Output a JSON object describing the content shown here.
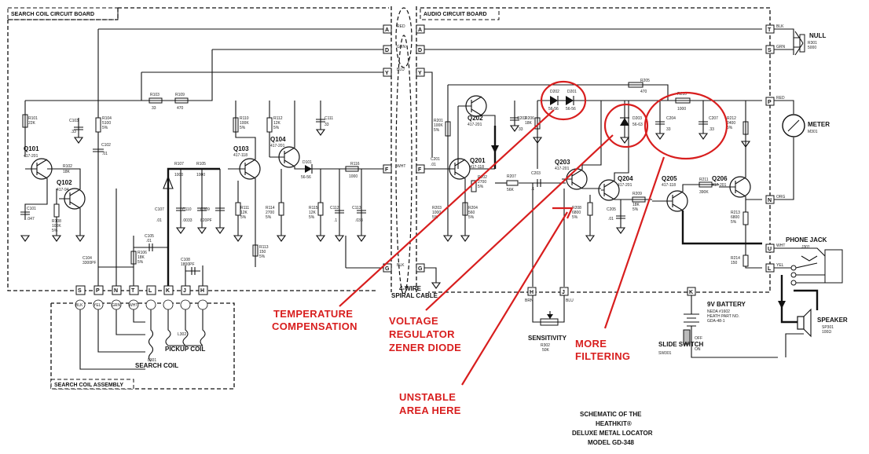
{
  "boards": {
    "search_coil_board": "SEARCH COIL CIRCUIT BOARD",
    "audio_board": "AUDIO CIRCUIT BOARD",
    "search_coil_assembly": "SEARCH COIL ASSEMBLY"
  },
  "cable": {
    "label": "4-WIRE\nSPIRAL CABLE",
    "line1": "4-WIRE",
    "line2": "SPIRAL CABLE"
  },
  "wires": {
    "red": "RED",
    "grn": "GRN",
    "blu": "BLU",
    "wht": "WHT",
    "blk": "BLK",
    "brn": "BRN",
    "yel": "YEL",
    "org": "ORG"
  },
  "terminals": {
    "left_board": [
      "A",
      "D",
      "Y",
      "F",
      "G"
    ],
    "right_board": [
      "A",
      "D",
      "Y",
      "F",
      "G"
    ],
    "audio_right": [
      "T",
      "S",
      "P",
      "N",
      "U",
      "L"
    ],
    "audio_bottom": [
      "H",
      "J",
      "K"
    ],
    "assembly_top": [
      "S",
      "P",
      "N",
      "T",
      "L",
      "K",
      "J",
      "H"
    ],
    "assembly_colors": [
      "BLK",
      "YEL",
      "GRN",
      "WHT",
      "",
      "",
      "",
      ""
    ]
  },
  "transistors": {
    "q101": {
      "ref": "Q101",
      "part": "417-201"
    },
    "q102": {
      "ref": "Q102",
      "part": "417-94"
    },
    "q103": {
      "ref": "Q103",
      "part": "417-118"
    },
    "q104": {
      "ref": "Q104",
      "part": "417-201"
    },
    "q201": {
      "ref": "Q201",
      "part": "417-118"
    },
    "q202": {
      "ref": "Q202",
      "part": "417-201"
    },
    "q203": {
      "ref": "Q203",
      "part": "417-201"
    },
    "q204": {
      "ref": "Q204",
      "part": "417-201"
    },
    "q205": {
      "ref": "Q205",
      "part": "417-118"
    },
    "q206": {
      "ref": "Q206",
      "part": "417-201"
    }
  },
  "components": {
    "r103": "R103",
    "r103v": "33",
    "r109": "R109",
    "r109v": "470",
    "r101": "R101",
    "r101v": "22K",
    "r104": "R104",
    "r104v": "5100",
    "r104t": "5%",
    "c103": "C103",
    "c103v": ".33",
    "c102": "C102",
    "c102v": ".01",
    "c101": "C101",
    "c101v": ".047",
    "r102": "R102",
    "r102v": "18K",
    "r108": "R108",
    "r108v": "100K",
    "r108t": "5%",
    "r106": "R106",
    "r106v": "18K",
    "r106t": "5%",
    "c104": "C104",
    "c104v": "3300PF",
    "c105": "C105",
    "c105v": ".01",
    "r107": "R107",
    "r107v": "1000",
    "r105": "R105",
    "r105v": "1000",
    "c107": "C107",
    "c107v": ".01",
    "c110": "C110",
    "c110v": ".0033",
    "c109": "C109",
    "c109v": "820PF",
    "c108": "C108",
    "c108v": "1800PF",
    "r110": "R110",
    "r110v": "100K",
    "r110t": "5%",
    "r112": "R112",
    "r112v": "12K",
    "r112t": "5%",
    "r111": "R111",
    "r111v": "12K",
    "r111t": "5%",
    "r114": "R114",
    "r114v": "2700",
    "r114t": "5%",
    "r113": "R113",
    "r113v": "150",
    "r113t": "5%",
    "c111": "C111",
    "c111v": "33",
    "d101": "D101",
    "d101v": "56-56",
    "r116": "R116",
    "r116v": "1000",
    "r115": "R115",
    "r115v": "12K",
    "r115t": "5%",
    "c112": "C112",
    "c112v": ".1",
    "c113": "C113",
    "c113v": ".033",
    "r205": "R205",
    "r205v": "470",
    "r201": "R201",
    "r201v": "100K",
    "r201t": "5%",
    "c201": "C201",
    "c201v": ".01",
    "r202": "R202",
    "r202v": "2700",
    "r202t": "5%",
    "r203": "R203",
    "r203v": "1000",
    "r203t": "5%",
    "r204": "R204",
    "r204v": "560",
    "r204t": "5%",
    "c202": "C202",
    "c202v": "33",
    "d202": "D202",
    "d202v": "56-56",
    "d201": "D201",
    "d201v": "56-56",
    "r206": "R206",
    "r206v": "18K",
    "c203": "C203",
    "c203v": ".1",
    "r207": "R207",
    "r207v": "56K",
    "d203": "D203",
    "d203v": "56-63",
    "r210": "R210",
    "r210v": "1000",
    "c204": "C204",
    "c204v": "33",
    "c207": "C207",
    "c207v": ".33",
    "r208": "R208",
    "r208v": "6800",
    "r208t": "5%",
    "c205": "C205",
    "c205v": ".01",
    "r209": "R209",
    "r209v": "18K",
    "r209t": "5%",
    "r211": "R211",
    "r211v": "390K",
    "r212": "R212",
    "r212v": "2400",
    "r212t": "5%",
    "r213": "R213",
    "r213v": "6800",
    "r213t": "5%",
    "r214": "R214",
    "r214v": "150",
    "r301": "R301",
    "r301v": "5000",
    "null_label": "NULL",
    "meter_label": "METER",
    "meter_ref": "M301",
    "sensitivity": "SENSITIVITY",
    "r302": "R302",
    "r302v": "50K",
    "pickup_coil": "PICKUP COIL",
    "l302": "L302",
    "search_coil": "SEARCH COIL",
    "l301": "L301",
    "phone_jack": "PHONE JACK",
    "j301": "J301",
    "battery": "9V BATTERY",
    "battery_neda": "NEDA #1602",
    "battery_heath": "HEATH PART NO.",
    "battery_part": "GDA-48-1",
    "slide_switch": "SLIDE SWITCH",
    "sw301": "SW301",
    "off": "OFF",
    "on": "ON",
    "speaker": "SPEAKER",
    "speaker_ref": "SP301",
    "speaker_ohm": "100Ω"
  },
  "annotations": {
    "temp_line1": "TEMPERATURE",
    "temp_line2": "COMPENSATION",
    "zener_line1": "VOLTAGE",
    "zener_line2": "REGULATOR",
    "zener_line3": "ZENER DIODE",
    "filter_line1": "MORE",
    "filter_line2": "FILTERING",
    "unstable_line1": "UNSTABLE",
    "unstable_line2": "AREA HERE"
  },
  "title_block": {
    "line1": "SCHEMATIC OF THE",
    "line2": "HEATHKIT®",
    "line3": "DELUXE METAL LOCATOR",
    "line4": "MODEL GD-348"
  },
  "colors": {
    "ink": "#111111",
    "annotation": "#d81e1e",
    "background": "#ffffff"
  }
}
